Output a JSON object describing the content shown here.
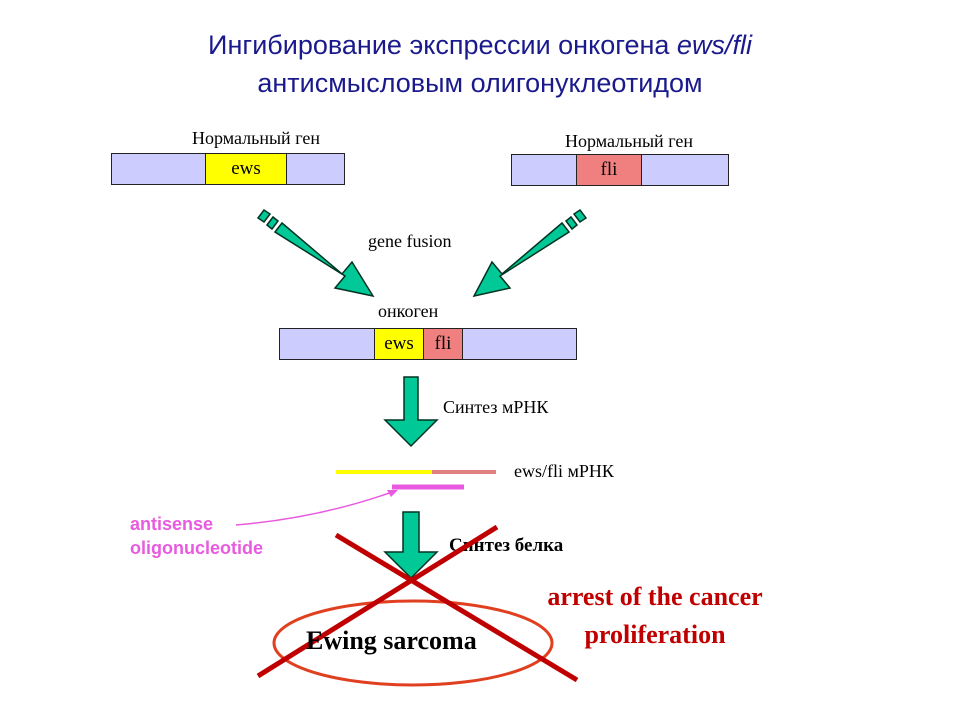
{
  "title": {
    "line1_prefix": "Ингибирование экспрессии онкогена ",
    "line1_italic": "ews/fli",
    "line2": "антисмысловым олигонуклеотидом"
  },
  "gene_left": {
    "label": "Нормальный ген",
    "segment": "ews"
  },
  "gene_right": {
    "label": "Нормальный ген",
    "segment": "fli"
  },
  "fusion_label": "gene fusion",
  "oncogene": {
    "label": "онкоген",
    "segment_a": "ews",
    "segment_b": "fli"
  },
  "mrna_synthesis_label": "Синтез мРНК",
  "mrna_label": "ews/fli мРНК",
  "antisense": {
    "line1": "antisense",
    "line2": "oligonucleotide"
  },
  "protein_synthesis_label": "Синтез белка",
  "outcome": "Ewing sarcoma",
  "arrest": {
    "line1": "arrest of the cancer",
    "line2": "proliferation"
  },
  "colors": {
    "title": "#1a1a8c",
    "gene_body": "#ccccff",
    "ews": "#ffff00",
    "fli": "#f08080",
    "arrow": "#00c896",
    "antisense": "#e85adf",
    "cross": "#c00000"
  }
}
